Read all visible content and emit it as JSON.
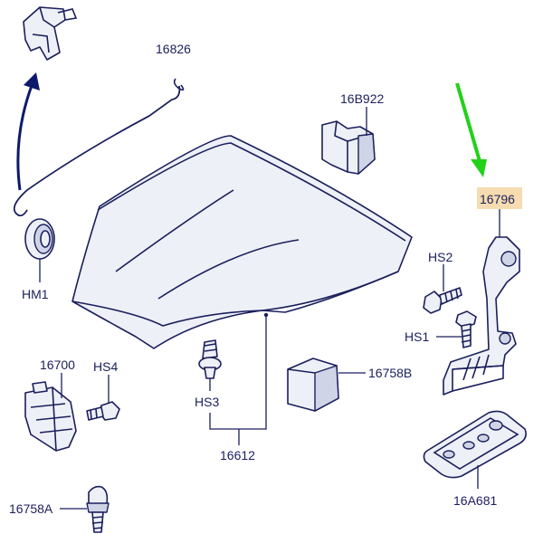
{
  "labels": {
    "p16826": "16826",
    "p16B922": "16B922",
    "p16796": "16796",
    "hs2": "HS2",
    "hm1": "HM1",
    "hs1": "HS1",
    "p16700": "16700",
    "hs4": "HS4",
    "hs3": "HS3",
    "p16758B": "16758B",
    "p16612": "16612",
    "p16758A": "16758A",
    "p16A681": "16A681"
  },
  "colors": {
    "ink": "#1a1f5c",
    "part_fill": "#eef0f7",
    "highlight": "#f6dcb0",
    "arrow_green": "#22d11a",
    "arrow_navy": "#0d1a6b"
  }
}
